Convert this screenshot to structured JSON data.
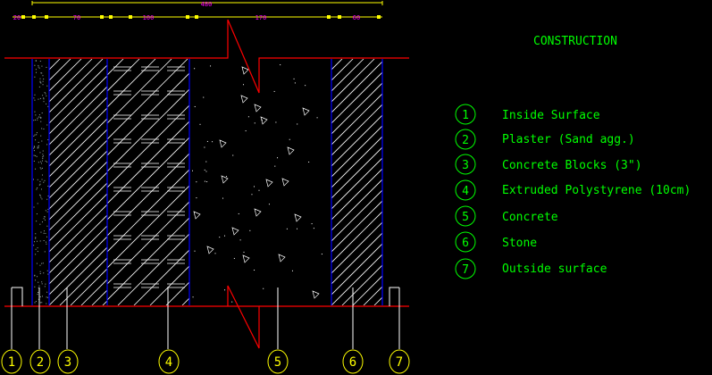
{
  "title": "CONSTRUCTION",
  "dimensions": {
    "total": "480",
    "segments": [
      "20",
      "70",
      "100",
      "170",
      "60"
    ]
  },
  "legend": [
    {
      "num": "1",
      "label": "Inside Surface"
    },
    {
      "num": "2",
      "label": "Plaster (Sand agg.)"
    },
    {
      "num": "3",
      "label": "Concrete Blocks (3\")"
    },
    {
      "num": "4",
      "label": "Extruded Polystyrene (10cm)"
    },
    {
      "num": "5",
      "label": "Concrete"
    },
    {
      "num": "6",
      "label": "Stone"
    },
    {
      "num": "7",
      "label": "Outside surface"
    }
  ],
  "colors": {
    "background": "#000000",
    "line": "#ff0000",
    "layer_boundary": "#0000ff",
    "hatch": "#ffffff",
    "text": "#00ff00",
    "dimension": "#ffff00",
    "dimension_text": "#ff00ff"
  }
}
